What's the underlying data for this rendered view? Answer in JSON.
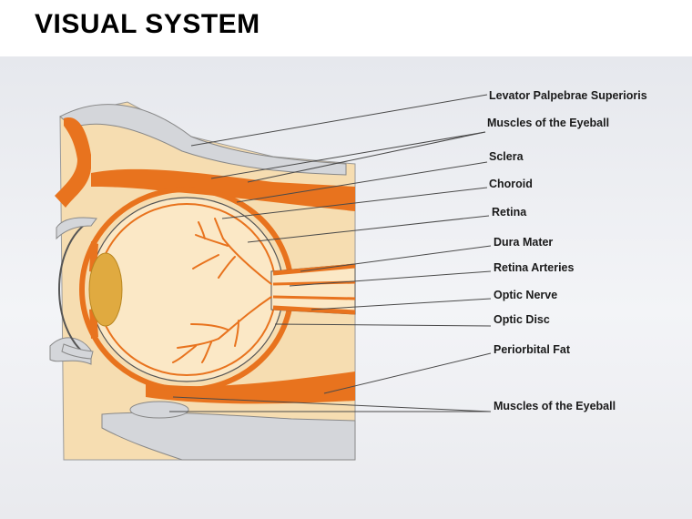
{
  "title": "VISUAL SYSTEM",
  "colors": {
    "muscle_orange": "#e8731e",
    "tissue_cream": "#f6ddb1",
    "lens_gold": "#e0aa40",
    "bone_gray": "#d4d6da",
    "leader_line": "#4a4a4a"
  },
  "labels": [
    {
      "id": "levator",
      "text": "Levator Palpebrae Superioris"
    },
    {
      "id": "muscles-top",
      "text": "Muscles of the Eyeball"
    },
    {
      "id": "sclera",
      "text": "Sclera"
    },
    {
      "id": "choroid",
      "text": "Choroid"
    },
    {
      "id": "retina",
      "text": "Retina"
    },
    {
      "id": "dura",
      "text": "Dura Mater"
    },
    {
      "id": "retina-arteries",
      "text": "Retina Arteries"
    },
    {
      "id": "optic-nerve",
      "text": "Optic Nerve"
    },
    {
      "id": "optic-disc",
      "text": "Optic Disc"
    },
    {
      "id": "periorbital",
      "text": "Periorbital Fat"
    },
    {
      "id": "muscles-bottom",
      "text": "Muscles of the Eyeball"
    }
  ]
}
